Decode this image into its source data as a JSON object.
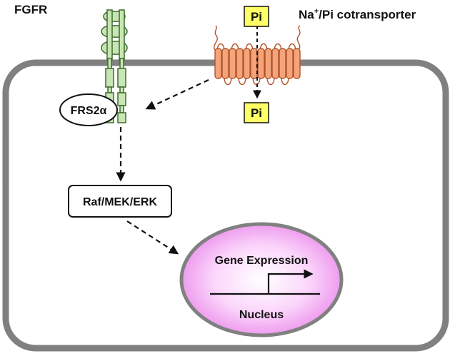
{
  "labels": {
    "fgfr": "FGFR",
    "cotransporter_main": "Na",
    "cotransporter_sup": "+",
    "cotransporter_rest": "/Pi cotransporter",
    "pi_outside": "Pi",
    "pi_inside": "Pi",
    "frs2": "FRS2α",
    "raf": "Raf/MEK/ERK",
    "gene_expression": "Gene Expression",
    "nucleus": "Nucleus"
  },
  "colors": {
    "cell_membrane": "#808080",
    "fgfr_fill": "#c8e6b4",
    "fgfr_stroke": "#3f6a2e",
    "transporter_fill": "#f4a47a",
    "transporter_stroke": "#b4532a",
    "pi_box": "#ffff66",
    "nucleus_fill": "#f5b5f5",
    "nucleus_stroke": "#808080"
  }
}
